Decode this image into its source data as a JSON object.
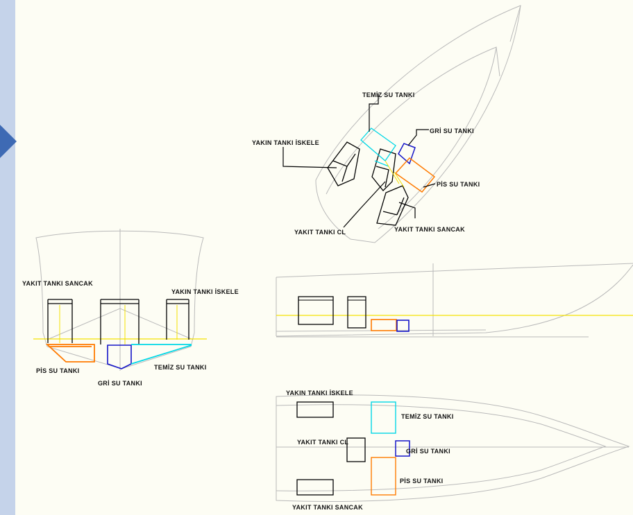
{
  "labels": {
    "plan_temiz": "TEMİZ SU TANKI",
    "plan_gri": "GRİ SU TANKI",
    "plan_yakin_iskele": "YAKIN TANKI İSKELE",
    "plan_pis": "PİS SU TANKI",
    "plan_yakit_cl": "YAKIT TANKI CL",
    "plan_yakit_sancak": "YAKIT TANKI SANCAK",
    "front_yakit_sancak": "YAKIT TANKI SANCAK",
    "front_yakin_iskele": "YAKIN TANKI İSKELE",
    "front_pis": "PİS SU TANKI",
    "front_gri": "GRİ SU TANKI",
    "front_temiz": "TEMİZ SU TANKI",
    "top_yakin_iskele": "YAKIN TANKI İSKELE",
    "top_temiz": "TEMİZ SU TANKI",
    "top_yakit_cl": "YAKIT TANKI CL",
    "top_gri": "GRİ SU TANKI",
    "top_pis": "PİS SU TANKI",
    "top_yakit_sancak": "YAKIT TANKI SANCAK"
  },
  "colors": {
    "background": "#fdfdf4",
    "sidebar": "#c5d3ea",
    "nav_arrow": "#3e6ab4",
    "hull_line": "#b9b9b9",
    "fuel_tank": "#000000",
    "fresh_water_tank": "#00d7e6",
    "grey_water_tank": "#1414c8",
    "black_water_tank": "#ff7a00",
    "waterline": "#f5e100"
  }
}
